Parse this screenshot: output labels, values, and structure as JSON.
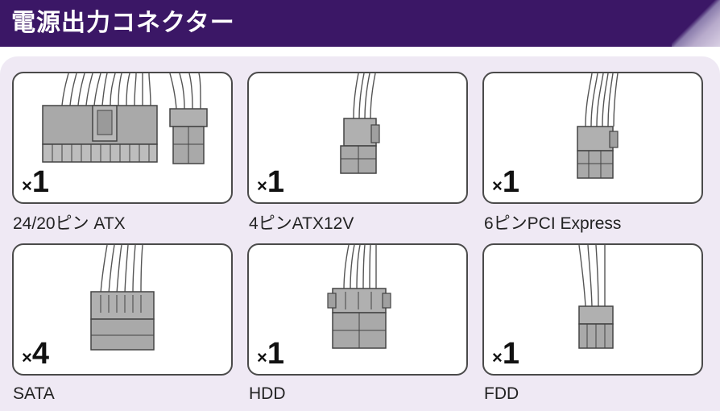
{
  "header": {
    "title": "電源出力コネクター",
    "accent_color": "#3b1766",
    "panel_color": "#efe9f4"
  },
  "connectors": [
    {
      "quantity_prefix": "×",
      "quantity": "1",
      "label": "24/20ピン ATX",
      "icon": "atx-24pin-connector-icon"
    },
    {
      "quantity_prefix": "×",
      "quantity": "1",
      "label": "4ピンATX12V",
      "icon": "atx12v-4pin-connector-icon"
    },
    {
      "quantity_prefix": "×",
      "quantity": "1",
      "label": "6ピンPCI Express",
      "icon": "pcie-6pin-connector-icon"
    },
    {
      "quantity_prefix": "×",
      "quantity": "4",
      "label": "SATA",
      "icon": "sata-connector-icon"
    },
    {
      "quantity_prefix": "×",
      "quantity": "1",
      "label": "HDD",
      "icon": "molex-hdd-connector-icon"
    },
    {
      "quantity_prefix": "×",
      "quantity": "1",
      "label": "FDD",
      "icon": "fdd-connector-icon"
    }
  ]
}
